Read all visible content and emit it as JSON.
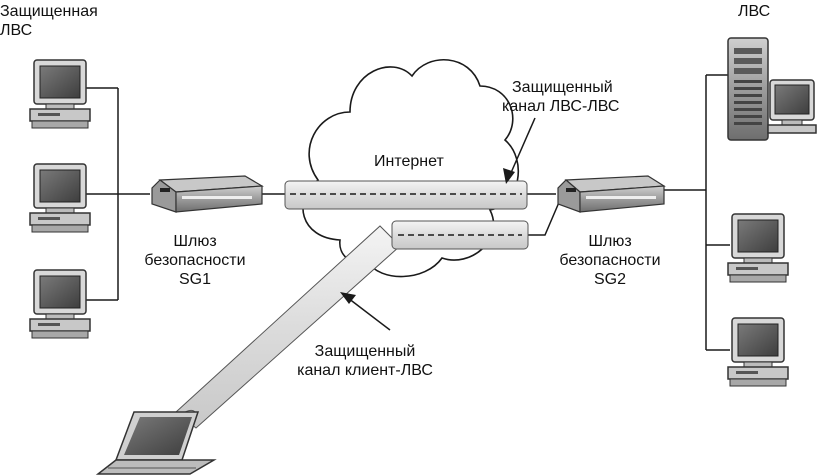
{
  "labels": {
    "left_lan_1": "Защищенная",
    "left_lan_2": "ЛВС",
    "right_lan": "ЛВС",
    "internet": "Интернет",
    "tunnel_lan_1": "Защищенный",
    "tunnel_lan_2": "канал ЛВС-ЛВС",
    "sg1_1": "Шлюз",
    "sg1_2": "безопасности",
    "sg1_3": "SG1",
    "sg2_1": "Шлюз",
    "sg2_2": "безопасности",
    "sg2_3": "SG2",
    "tunnel_client_1": "Защищенный",
    "tunnel_client_2": "канал клиент-ЛВС"
  },
  "colors": {
    "line": "#1a1a1a",
    "tunnel_fill": "#e8e8e8",
    "device_fill": "#9a9a9a",
    "screen": "#5a5a5a"
  }
}
